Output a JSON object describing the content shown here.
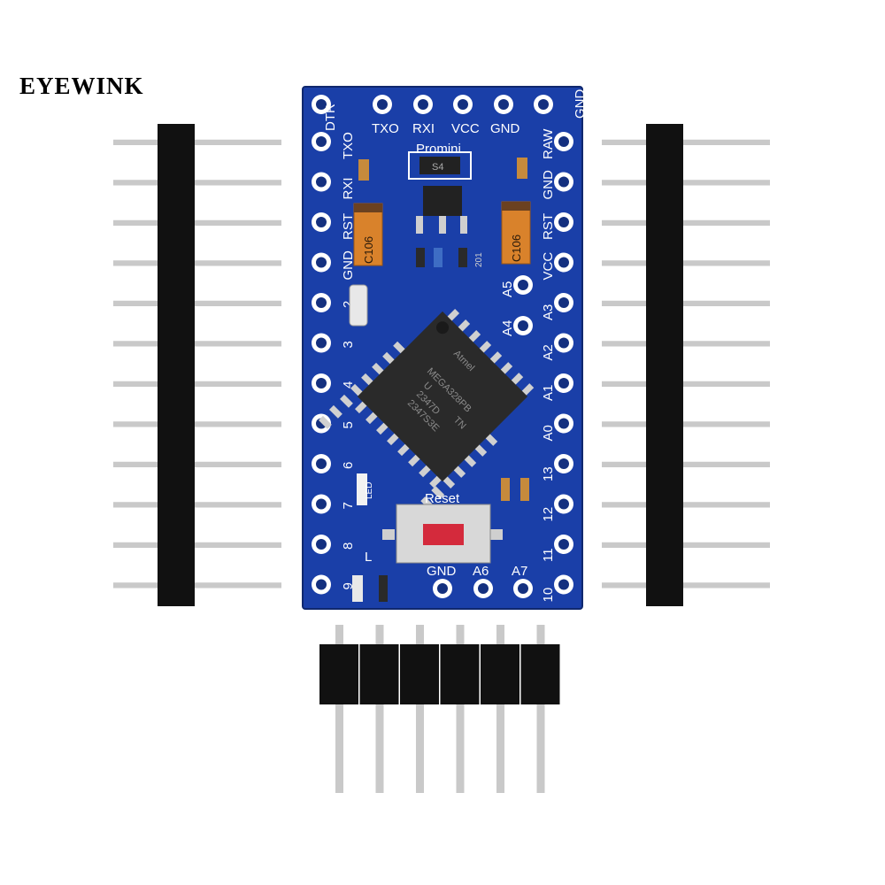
{
  "brand": {
    "text": "EYEWINK"
  },
  "colors": {
    "pcb": "#1a3fa8",
    "pcb_dark": "#14307f",
    "pad_ring": "#ffffff",
    "chip": "#2a2a2a",
    "header_plastic": "#111111",
    "pin_metal": "#c9c9c9",
    "tantalum": "#d9822b",
    "reset_button": "#d42a3c"
  },
  "board": {
    "top_labels": [
      "DTR",
      "TXO",
      "RXI",
      "VCC",
      "GND"
    ],
    "top_right_label": "GND",
    "board_name": "Promini",
    "left_labels": [
      "TXO",
      "RXI",
      "RST",
      "GND",
      "2",
      "3",
      "4",
      "5",
      "6",
      "7",
      "8",
      "9"
    ],
    "right_labels": [
      "RAW",
      "GND",
      "RST",
      "VCC",
      "A3",
      "A2",
      "A1",
      "A0",
      "13",
      "12",
      "11",
      "10"
    ],
    "inner_labels": [
      "A5",
      "A4"
    ],
    "bottom_labels": [
      "GND",
      "A6",
      "A7"
    ],
    "cap_label": "C106",
    "regulator_label": "S4",
    "resistor_label": "201",
    "led_label": "LED",
    "led_label_bottom": "L",
    "reset_label": "Reset",
    "chip_lines": [
      "Atmel",
      "MEGA328PB",
      "U",
      "2347D",
      "2347S3E"
    ],
    "chip_tn": "TN"
  },
  "headers": {
    "left_pins": 12,
    "right_pins": 12,
    "bottom_pins": 6
  }
}
